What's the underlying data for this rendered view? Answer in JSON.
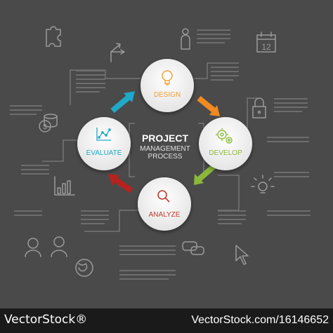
{
  "title_line1": "PROJECT",
  "title_line2": "MANAGEMENT",
  "title_line3": "PROCESS",
  "stages": [
    {
      "label": "DESIGN",
      "color": "#f0a030",
      "icon": "lightbulb-icon"
    },
    {
      "label": "DEVELOP",
      "color": "#8ab83a",
      "icon": "gears-icon"
    },
    {
      "label": "ANALYZE",
      "color": "#c0392b",
      "icon": "magnifier-icon"
    },
    {
      "label": "EVALUATE",
      "color": "#1fa8c8",
      "icon": "chart-icon"
    }
  ],
  "arrow_colors": [
    "#f08a20",
    "#8ab83a",
    "#b8221e",
    "#1fa8c8"
  ],
  "calendar_day": "12",
  "background_icons": [
    "puzzle-icon",
    "arrows-split-icon",
    "person-icon",
    "calendar-icon",
    "coins-icon",
    "padlock-icon",
    "bar-chart-icon",
    "lightbulb-icon",
    "people-icon",
    "speech-bubbles-icon",
    "globe-icon",
    "cursor-icon"
  ],
  "watermark": "VectorStock®",
  "watermark_url": "VectorStock.com/16146652"
}
